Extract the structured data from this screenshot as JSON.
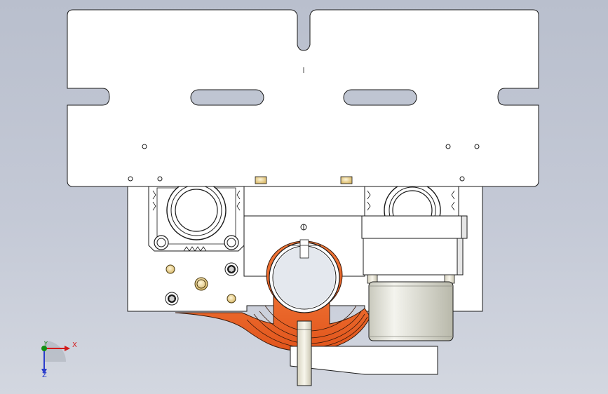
{
  "viewport": {
    "background_top": "#b9bfcd",
    "background_bottom": "#d3d7e0"
  },
  "model": {
    "plate_color": "#ffffff",
    "body_color": "#ffffff",
    "edge_color": "#1a1a1a",
    "accent_color": "#f06a2a",
    "cylinder_color": "#dcdcd2",
    "bolt_color": "#e8c878"
  },
  "triad": {
    "x_label": "X",
    "y_label": "Y",
    "z_label": "Z",
    "x_color": "#d21a1a",
    "y_color": "#119011",
    "z_color": "#2a3ccc"
  }
}
